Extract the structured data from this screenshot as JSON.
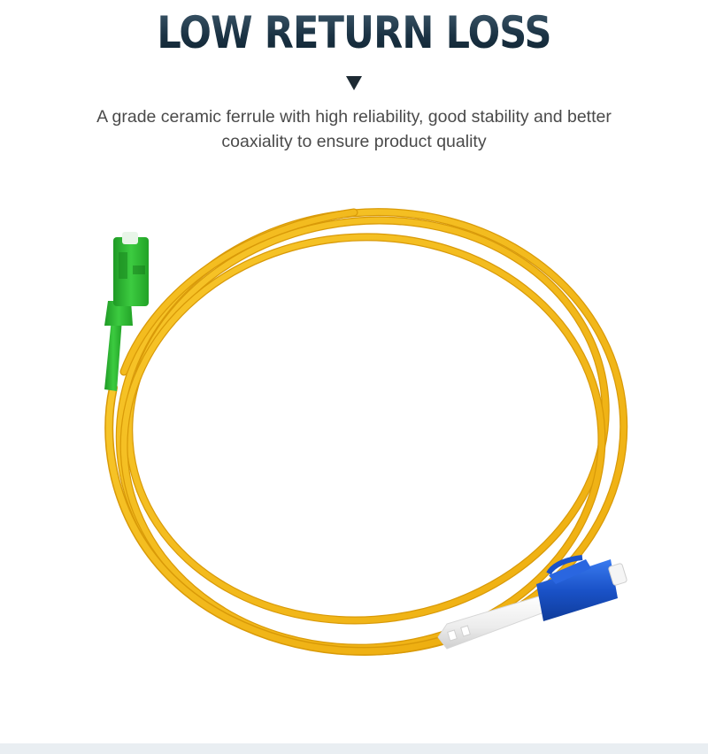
{
  "header": {
    "title": "LOW RETURN LOSS",
    "description_line1": "A grade ceramic ferrule with high reliability, good stability and better",
    "description_line2": "coaxiality to ensure product quality"
  },
  "colors": {
    "cable": "#f4be1c",
    "sc_connector": "#2bb532",
    "lc_connector": "#1a52c8",
    "boot": "#f0f0f0"
  },
  "icons": {
    "arrow": "down-triangle-icon"
  }
}
